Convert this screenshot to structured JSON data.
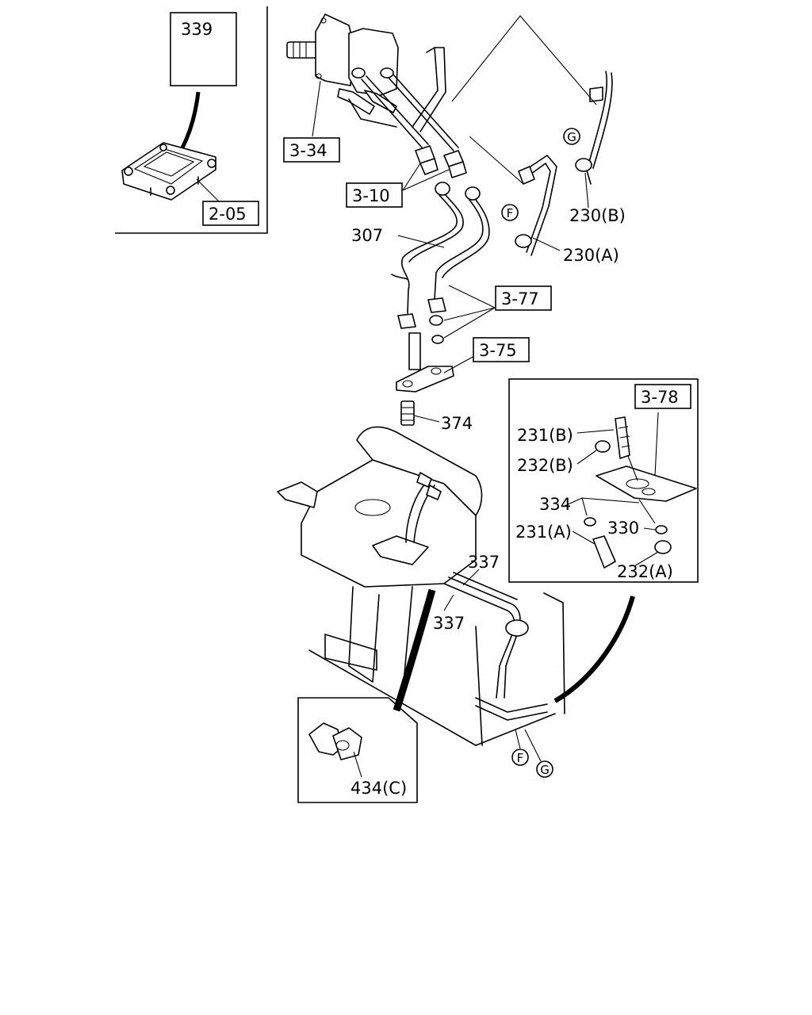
{
  "refs": {
    "r339": "339",
    "r3_34": "3-34",
    "r2_05": "2-05",
    "r3_10": "3-10",
    "r307": "307",
    "r3_77": "3-77",
    "r3_75": "3-75",
    "r374": "374",
    "r3_78": "3-78",
    "r230b": "230(B)",
    "r230a": "230(A)",
    "r231b": "231(B)",
    "r232b": "232(B)",
    "r334": "334",
    "r330": "330",
    "r231a": "231(A)",
    "r232a": "232(A)",
    "r337_top": "337",
    "r337_bottom": "337",
    "r434c": "434(C)"
  },
  "connectors": {
    "f": "F",
    "g": "G"
  }
}
